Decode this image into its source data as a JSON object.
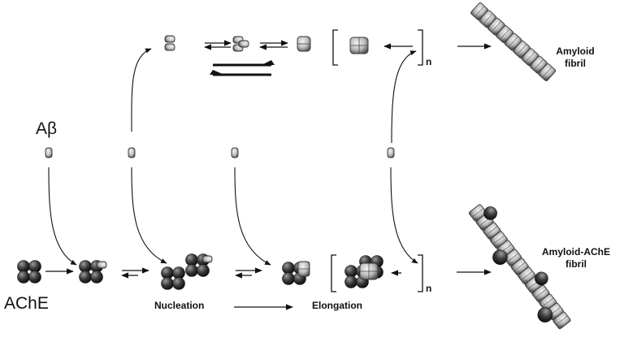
{
  "labels": {
    "abeta": "Aβ",
    "ache": "AChE",
    "nucleation": "Nucleation",
    "elongation": "Elongation",
    "amyloid_fibril_line1": "Amyloid",
    "amyloid_fibril_line2": "fibril",
    "ache_fibril_line1": "Amyloid-AChE",
    "ache_fibril_line2": "fibril",
    "subscript_n_top": "n",
    "subscript_n_bottom": "n"
  },
  "colors": {
    "ink": "#111111",
    "peptide_fill": "#bdbdbd",
    "peptide_highlight": "#f2f2f2",
    "ache_fill": "#3a3a3a",
    "ache_highlight": "#8a8a8a"
  }
}
